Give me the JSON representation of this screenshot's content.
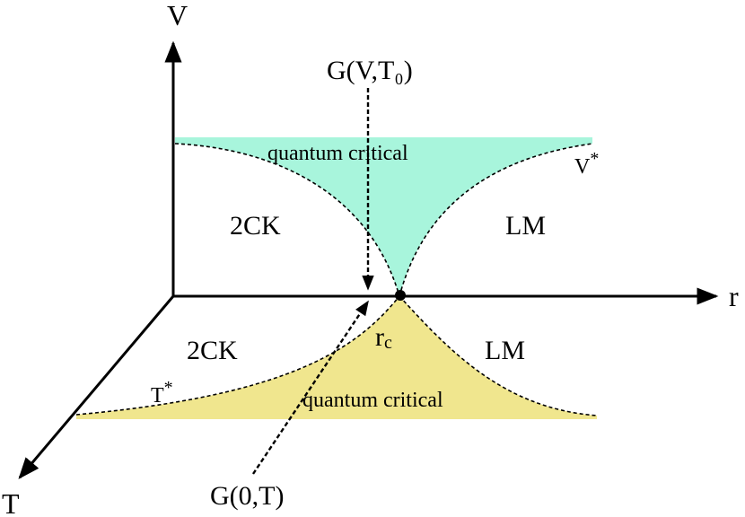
{
  "axes": {
    "v_label": "V",
    "r_label": "r",
    "t_label": "T"
  },
  "upper_plane": {
    "left_region": "2CK",
    "right_region": "LM",
    "critical_region": "quantum critical",
    "crossover_label": "V",
    "crossover_superscript": "*",
    "fill_color": "#a8f5dc"
  },
  "lower_plane": {
    "left_region": "2CK",
    "right_region": "LM",
    "critical_region": "quantum critical",
    "crossover_label": "T",
    "crossover_superscript": "*",
    "fill_color": "#f0e68e"
  },
  "critical_point": {
    "label_main": "r",
    "label_sub": "c"
  },
  "paths": {
    "vertical_probe": "G(V,T₀)",
    "diagonal_probe": "G(0,T)"
  }
}
